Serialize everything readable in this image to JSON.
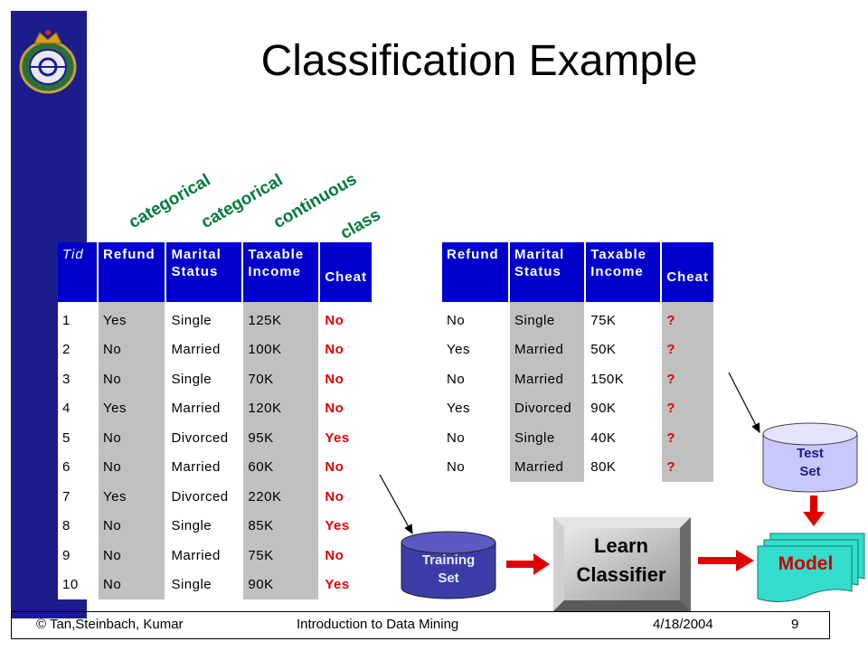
{
  "title": "Classification Example",
  "attribute_types": {
    "refund": "categorical",
    "marital_status": "categorical",
    "taxable_income": "continuous",
    "cheat": "class"
  },
  "training_table": {
    "headers": [
      "Tid",
      "Refund",
      "Marital\nStatus",
      "Taxable\nIncome",
      "Cheat"
    ],
    "rows": [
      [
        "1",
        "Yes",
        "Single",
        "125K",
        "No"
      ],
      [
        "2",
        "No",
        "Married",
        "100K",
        "No"
      ],
      [
        "3",
        "No",
        "Single",
        "70K",
        "No"
      ],
      [
        "4",
        "Yes",
        "Married",
        "120K",
        "No"
      ],
      [
        "5",
        "No",
        "Divorced",
        "95K",
        "Yes"
      ],
      [
        "6",
        "No",
        "Married",
        "60K",
        "No"
      ],
      [
        "7",
        "Yes",
        "Divorced",
        "220K",
        "No"
      ],
      [
        "8",
        "No",
        "Single",
        "85K",
        "Yes"
      ],
      [
        "9",
        "No",
        "Married",
        "75K",
        "No"
      ],
      [
        "10",
        "No",
        "Single",
        "90K",
        "Yes"
      ]
    ]
  },
  "test_table": {
    "headers": [
      "Refund",
      "Marital\nStatus",
      "Taxable\nIncome",
      "Cheat"
    ],
    "rows": [
      [
        "No",
        "Single",
        "75K",
        "?"
      ],
      [
        "Yes",
        "Married",
        "50K",
        "?"
      ],
      [
        "No",
        "Married",
        "150K",
        "?"
      ],
      [
        "Yes",
        "Divorced",
        "90K",
        "?"
      ],
      [
        "No",
        "Single",
        "40K",
        "?"
      ],
      [
        "No",
        "Married",
        "80K",
        "?"
      ]
    ]
  },
  "flow": {
    "training_set": "Training\nSet",
    "test_set": "Test\nSet",
    "learn_classifier_line1": "Learn",
    "learn_classifier_line2": "Classifier",
    "model": "Model"
  },
  "footer": {
    "copyright": "© Tan,Steinbach, Kumar",
    "course": "Introduction to Data Mining",
    "date": "4/18/2004",
    "page": "9"
  },
  "colors": {
    "sidebar": "#1c1c8c",
    "table_header": "#0000cc",
    "attribute_label": "#007a3d",
    "class_value": "#e00000",
    "cylinder": "#3c3ca8",
    "model": "#33dccc",
    "arrow": "#e00000"
  }
}
